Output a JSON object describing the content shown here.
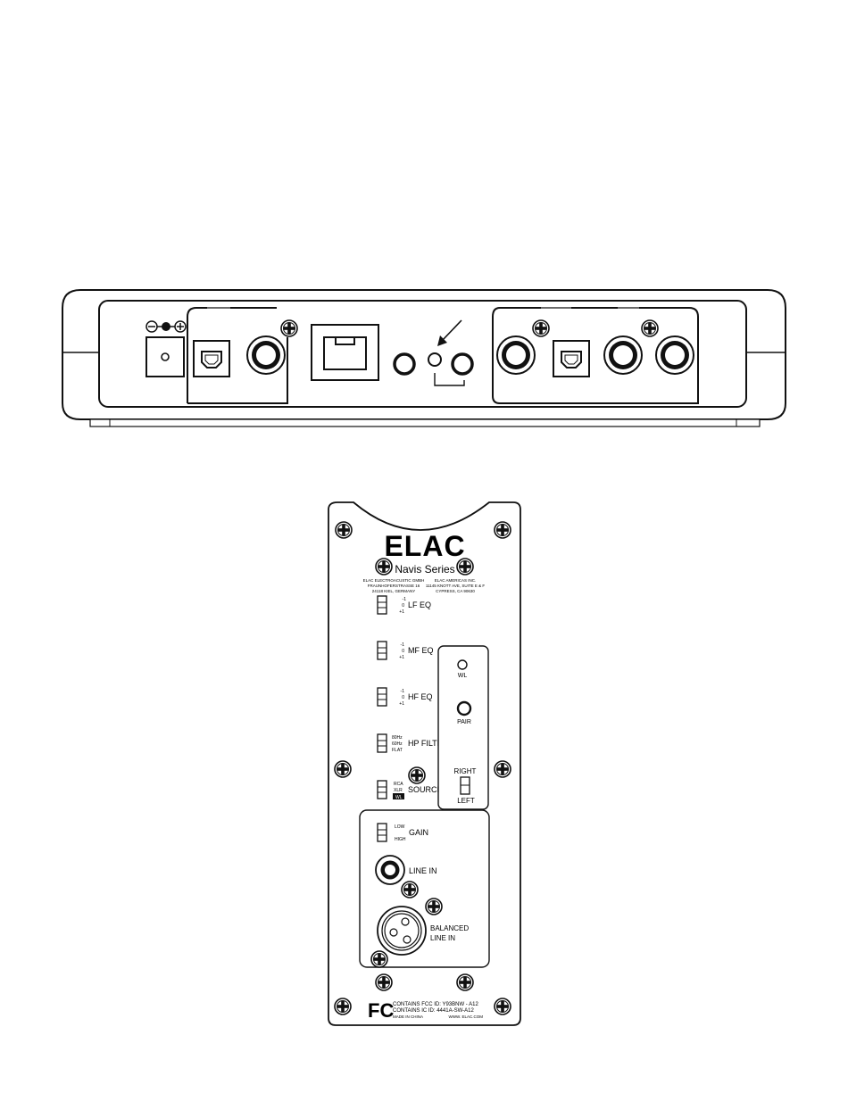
{
  "brand": {
    "logo": "ELAC",
    "series": "Navis Series"
  },
  "address": {
    "left": [
      "ELAC ELECTROACUSTIC GMBH",
      "FRAUNHOFERSTRASSE 16",
      "24118 KIEL, GERMANY"
    ],
    "right": [
      "ELAC AMERICAS INC.",
      "11145 KNOTT AVE, SUITE E & F",
      "CYPRESS, CA 90630"
    ]
  },
  "switches": {
    "lf_eq": {
      "label": "LF EQ",
      "options": [
        "-1",
        "0",
        "+1"
      ]
    },
    "mf_eq": {
      "label": "MF EQ",
      "options": [
        "-1",
        "0",
        "+1"
      ]
    },
    "hf_eq": {
      "label": "HF EQ",
      "options": [
        "-1",
        "0",
        "+1"
      ]
    },
    "hp_filter": {
      "label": "HP FILTER",
      "options": [
        "80Hz",
        "60Hz",
        "FLAT"
      ]
    },
    "source": {
      "label": "SOURCE",
      "options": [
        "RCA",
        "XLR",
        "WL"
      ]
    },
    "gain": {
      "label": "GAIN",
      "options": [
        "LOW",
        "HIGH"
      ]
    }
  },
  "wireless": {
    "wl_label": "WL",
    "pair_label": "PAIR",
    "right_label": "RIGHT",
    "left_label": "LEFT"
  },
  "inputs": {
    "line_in": "LINE IN",
    "balanced": [
      "BALANCED",
      "LINE IN"
    ]
  },
  "compliance": {
    "fc_mark": "FC",
    "lines": [
      "CONTAINS FCC ID: Y93BNW - A12",
      "CONTAINS IC ID: 4441A-SW-A12"
    ],
    "made_in": "MADE IN CHINA",
    "website": "WWW. ELAC.COM"
  }
}
